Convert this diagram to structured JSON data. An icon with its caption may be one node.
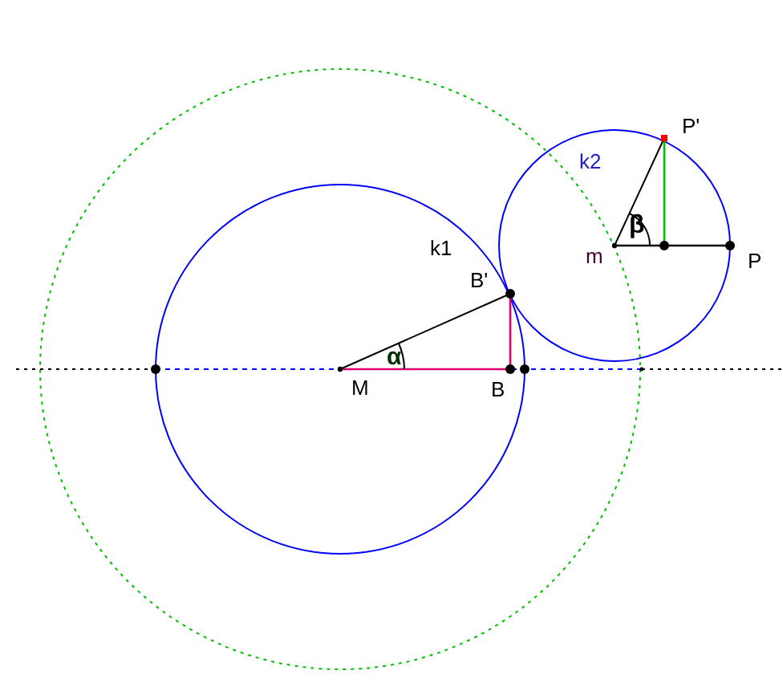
{
  "diagram": {
    "labels": [
      "k2",
      "P'",
      "k1",
      "β",
      "m",
      "P",
      "B'",
      "α",
      "M",
      "B"
    ]
  }
}
